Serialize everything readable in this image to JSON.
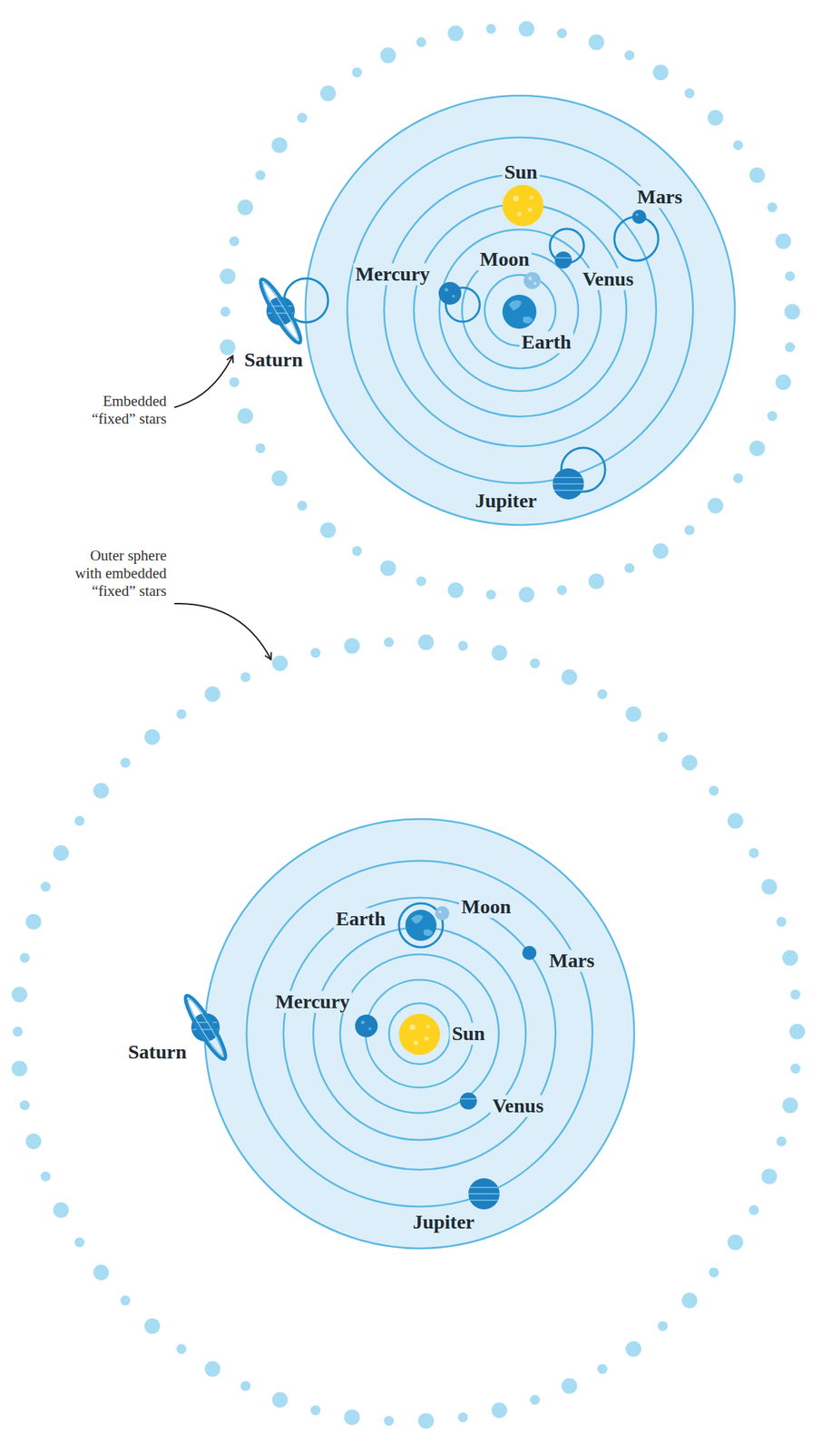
{
  "diagram": {
    "labels": [
      "Sun",
      "Mars",
      "Moon",
      "Mercury",
      "Venus",
      "Earth",
      "Saturn",
      "Embedded “fixed” stars",
      "Jupiter",
      "Outer sphere with embedded “fixed” stars",
      "Earth",
      "Moon",
      "Mars",
      "Mercury",
      "Sun",
      "Saturn",
      "Venus",
      "Jupiter"
    ]
  }
}
